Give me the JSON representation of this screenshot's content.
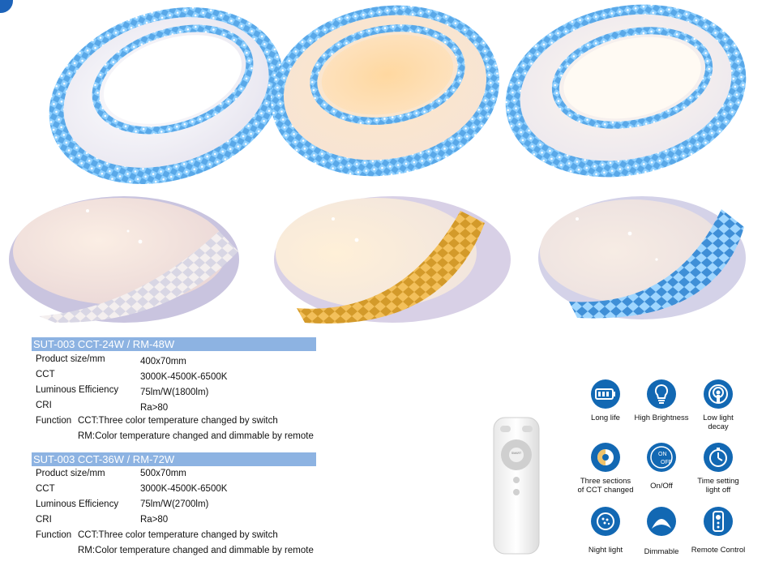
{
  "brand_color": "#1268b3",
  "header_color": "#8db3e2",
  "spec_sections": [
    {
      "title": "SUT-003 CCT-24W / RM-48W",
      "rows": [
        {
          "label": "Product size/mm",
          "value": "400x70mm"
        },
        {
          "label": "CCT",
          "value": "3000K-4500K-6500K"
        },
        {
          "label": "Luminous Efficiency",
          "value": "75lm/W(1800lm)"
        },
        {
          "label": "CRI",
          "value": "Ra>80"
        }
      ],
      "function_label": "Function",
      "function_lines": [
        "CCT:Three color temperature changed by switch",
        "RM:Color temperature changed and dimmable by remote"
      ]
    },
    {
      "title": "SUT-003 CCT-36W / RM-72W",
      "rows": [
        {
          "label": "Product size/mm",
          "value": "500x70mm"
        },
        {
          "label": "CCT",
          "value": "3000K-4500K-6500K"
        },
        {
          "label": "Luminous Efficiency",
          "value": "75lm/W(2700lm)"
        },
        {
          "label": "CRI",
          "value": "Ra>80"
        }
      ],
      "function_label": "Function",
      "function_lines": [
        "CCT:Three color temperature changed by switch",
        "RM:Color temperature changed and dimmable by remote"
      ]
    }
  ],
  "features": [
    {
      "label": "Long life",
      "icon": "battery-icon"
    },
    {
      "label": "High Brightness",
      "icon": "bulb-icon"
    },
    {
      "label": "Low light\ndecay",
      "icon": "signal-icon"
    },
    {
      "label": "Three sections\nof CCT changed",
      "icon": "cct-icon"
    },
    {
      "label": "On/Off",
      "icon": "power-toggle-icon",
      "on_text": "ON",
      "off_text": "OFF"
    },
    {
      "label": "Time setting\nlight off",
      "icon": "timer-icon"
    },
    {
      "label": "Night light",
      "icon": "night-light-icon"
    },
    {
      "label": "Dimmable",
      "icon": "dimmer-icon"
    },
    {
      "label": "Remote Control",
      "icon": "remote-icon"
    }
  ],
  "remote": {
    "center_label": "SMART"
  }
}
